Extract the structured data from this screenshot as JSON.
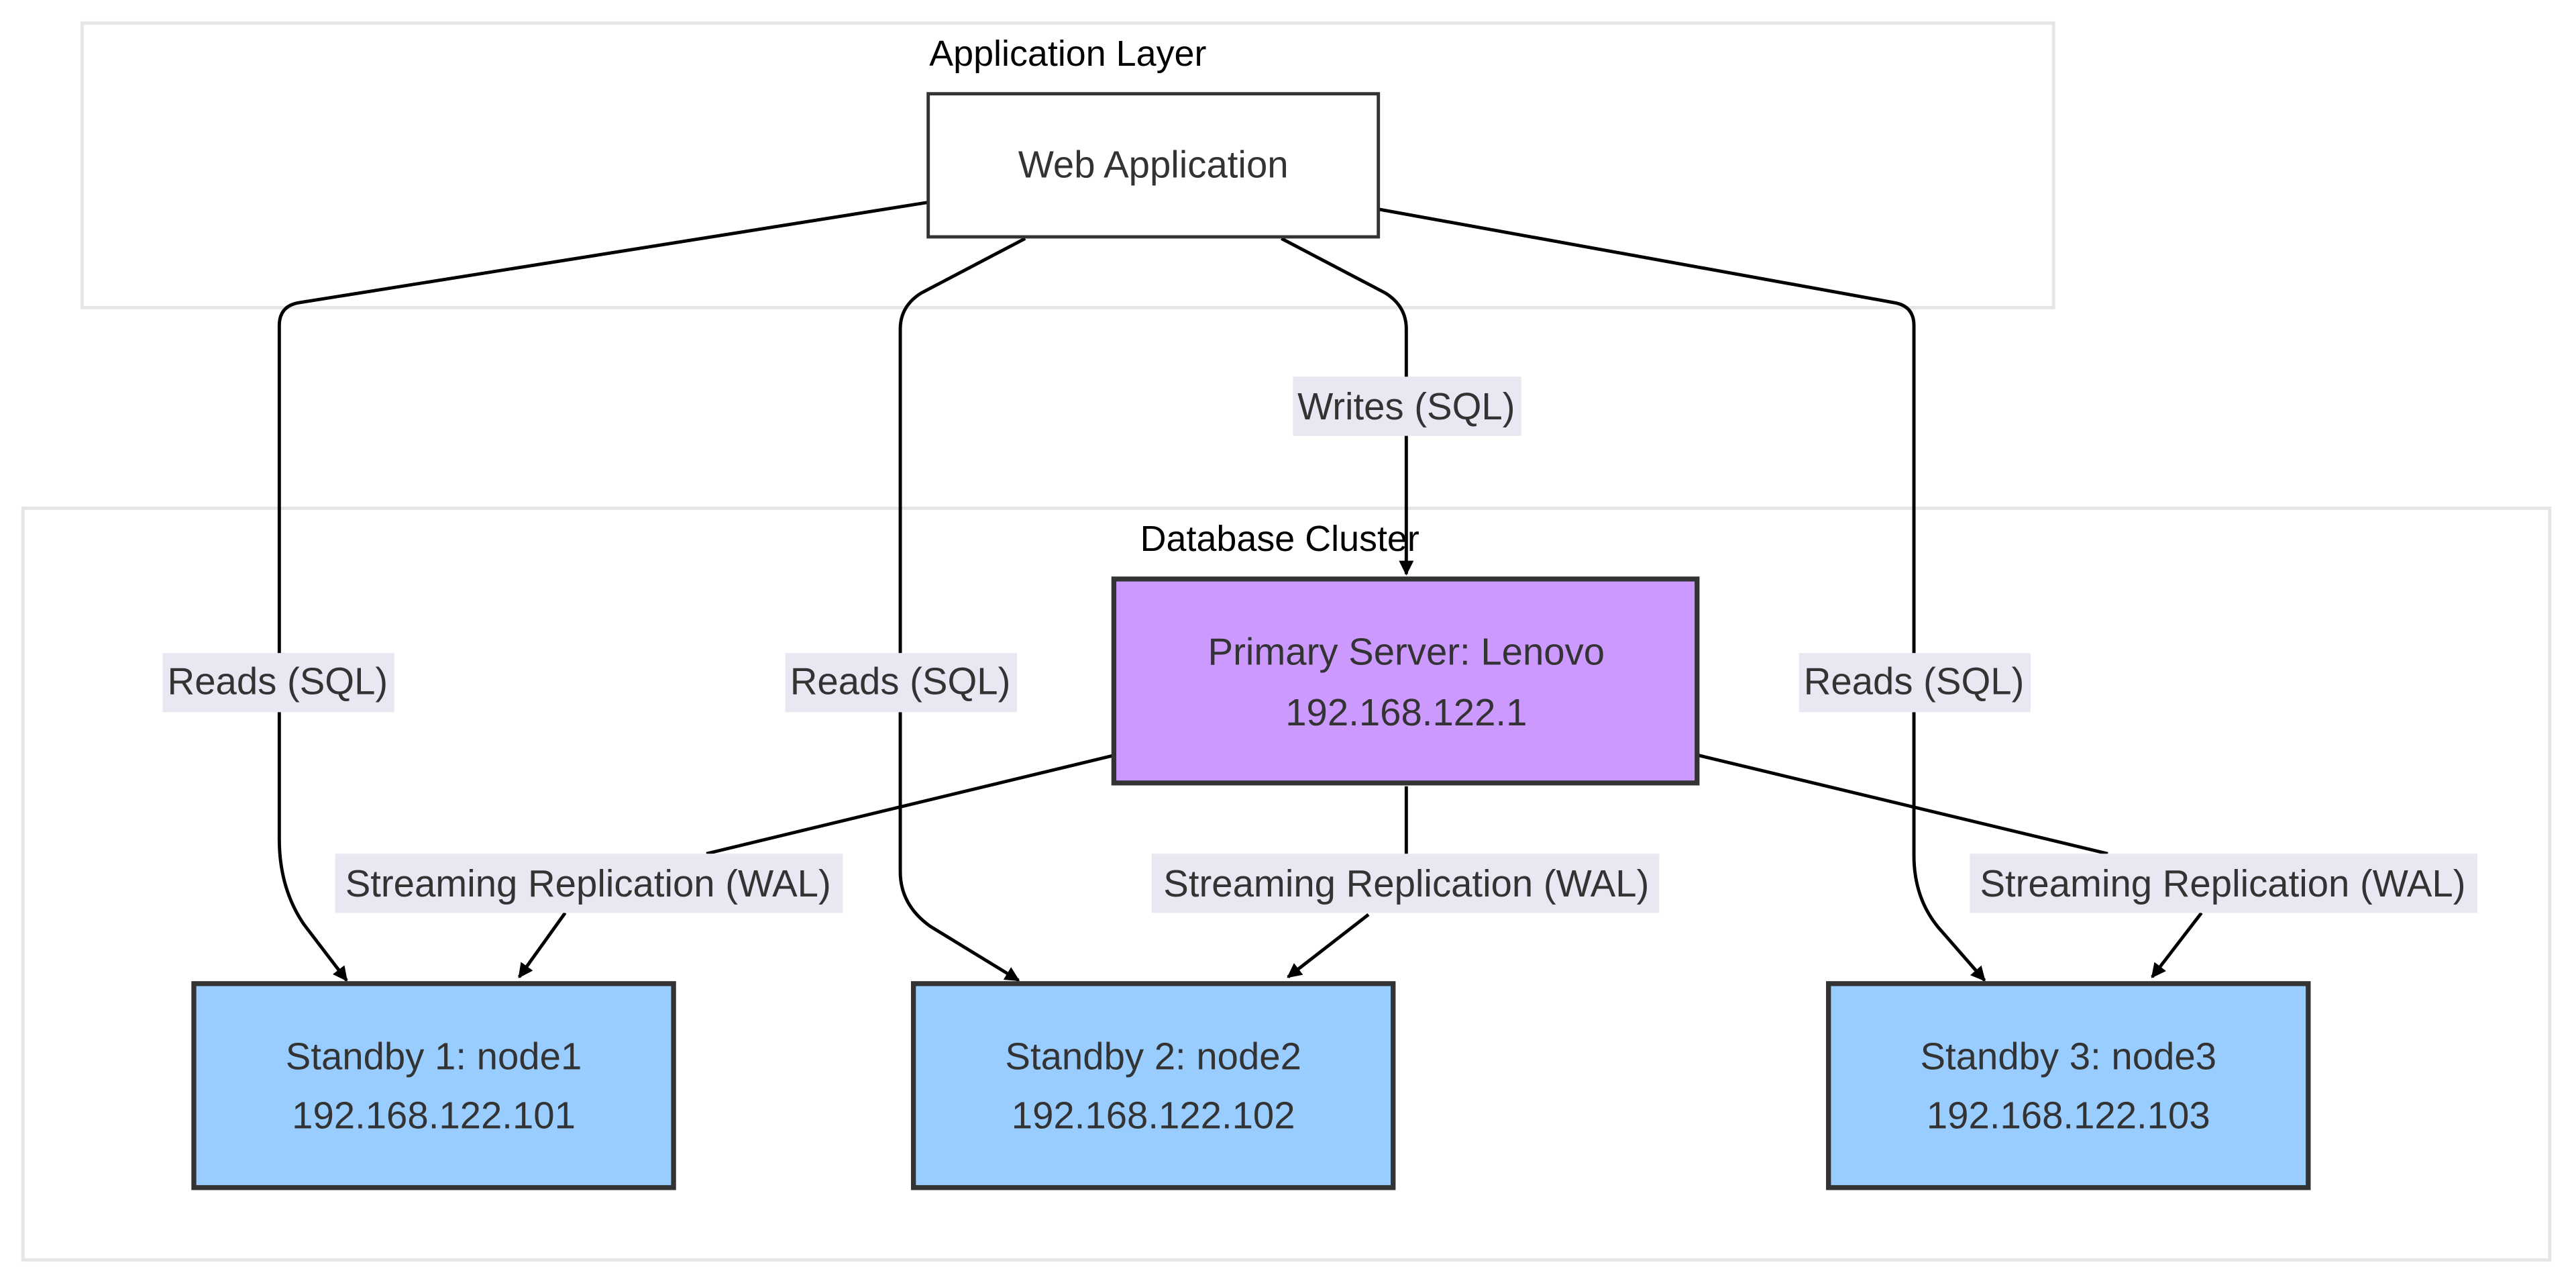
{
  "clusters": {
    "app": {
      "title": "Application Layer"
    },
    "db": {
      "title": "Database Cluster"
    }
  },
  "nodes": {
    "web": {
      "line1": "Web Application"
    },
    "primary": {
      "line1": "Primary Server: Lenovo",
      "line2": "192.168.122.1"
    },
    "standby1": {
      "line1": "Standby 1: node1",
      "line2": "192.168.122.101"
    },
    "standby2": {
      "line1": "Standby 2: node2",
      "line2": "192.168.122.102"
    },
    "standby3": {
      "line1": "Standby 3: node3",
      "line2": "192.168.122.103"
    }
  },
  "edges": {
    "writes": "Writes (SQL)",
    "reads1": "Reads (SQL)",
    "reads2": "Reads (SQL)",
    "reads3": "Reads (SQL)",
    "repl1": "Streaming Replication (WAL)",
    "repl2": "Streaming Replication (WAL)",
    "repl3": "Streaming Replication (WAL)"
  },
  "colors": {
    "primary_fill": "#cc99ff",
    "standby_fill": "#99ccff",
    "edge_label_bg": "#e8e8f3",
    "node_border": "#333333",
    "cluster_border": "#e5e5e5"
  }
}
